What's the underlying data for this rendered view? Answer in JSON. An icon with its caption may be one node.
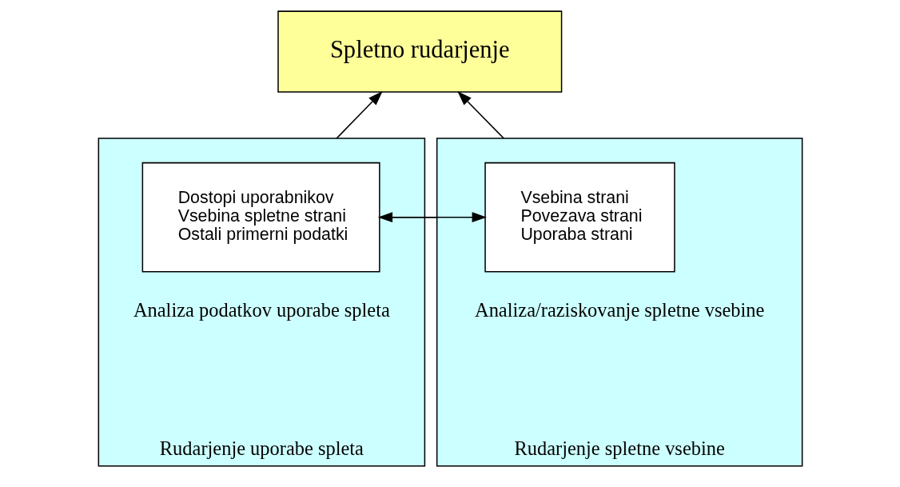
{
  "diagram": {
    "nodes": [
      {
        "text": [
          "Spletno rudarjenje"
        ]
      },
      {
        "text": [
          "Analiza podatkov uporabe spleta",
          "Rudarjenje uporabe spleta"
        ]
      },
      {
        "text": [
          "Dostopi uporabnikov",
          "Vsebina spletne strani",
          "Ostali primerni podatki"
        ],
        "in": 1
      },
      {
        "text": [
          "Analiza/raziskovanje spletne vsebine",
          "Rudarjenje spletne vsebine"
        ]
      },
      {
        "text": [
          "Vsebina strani",
          "Povezava strani",
          "Uporaba strani"
        ],
        "in": 3
      }
    ],
    "edges": [
      {
        "from": 1,
        "to": 0,
        "arrow": "to"
      },
      {
        "from": 3,
        "to": 0,
        "arrow": "to"
      },
      {
        "from": 2,
        "to": 4,
        "arrow": "to"
      },
      {
        "from": 3,
        "to": 2,
        "arrow": "to"
      }
    ]
  }
}
